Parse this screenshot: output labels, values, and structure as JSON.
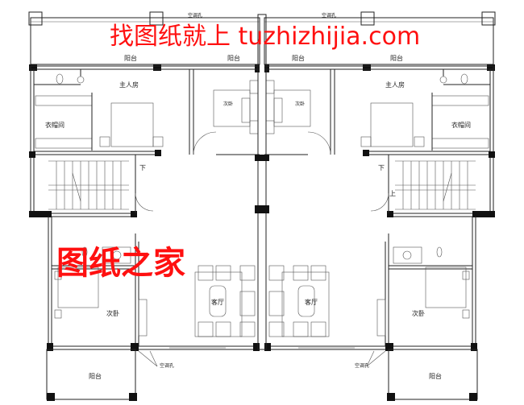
{
  "labels": {
    "balcony": "阳台",
    "ac_hole": "空调孔",
    "master_bedroom": "主人房",
    "walk_in_closet": "衣帽间",
    "second_bedroom": "次卧",
    "living_room": "客厅",
    "stairs_down": "下",
    "stairs_up": "上"
  },
  "watermarks": {
    "top": "找图纸就上 tuzhizhijia.com",
    "middle": "图纸之家"
  },
  "colors": {
    "watermark": "#ff1010",
    "walls": "#222222"
  }
}
